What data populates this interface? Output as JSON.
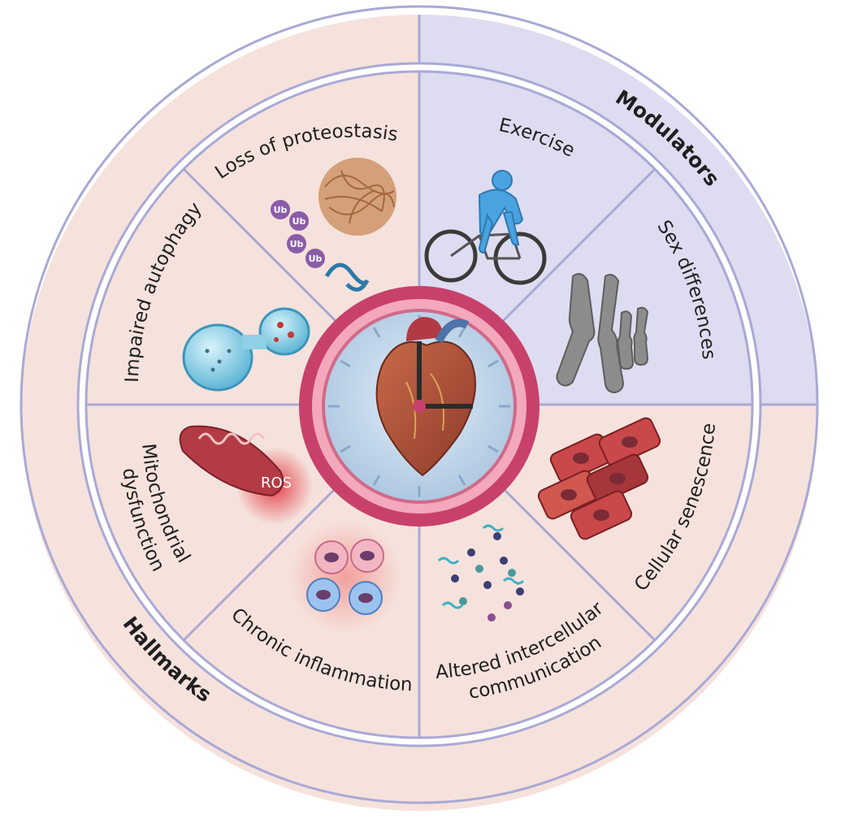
{
  "outer_ring": {
    "modulators_label": "Modulators",
    "hallmarks_label": "Hallmarks"
  },
  "segments": {
    "loss_of_proteostasis": "Loss of proteostasis",
    "impaired_autophagy": "Impaired autophagy",
    "mitochondrial_line1": "Mitochondrial",
    "mitochondrial_line2": "dysfunction",
    "chronic_inflammation": "Chronic inflammation",
    "altered_line1": "Altered intercellular",
    "altered_line2": "communication",
    "cellular_senescence": "Cellular senescence",
    "sex_differences": "Sex differences",
    "exercise": "Exercise"
  },
  "illustration_labels": {
    "ros": "ROS",
    "ub": "Ub"
  },
  "colors": {
    "hallmark_fill": "#f6e2dc",
    "modulator_fill": "#dedcf0",
    "outline": "#a9a9d6",
    "clock_ring": "#c8416a",
    "clock_face": "#bfd5ea"
  }
}
